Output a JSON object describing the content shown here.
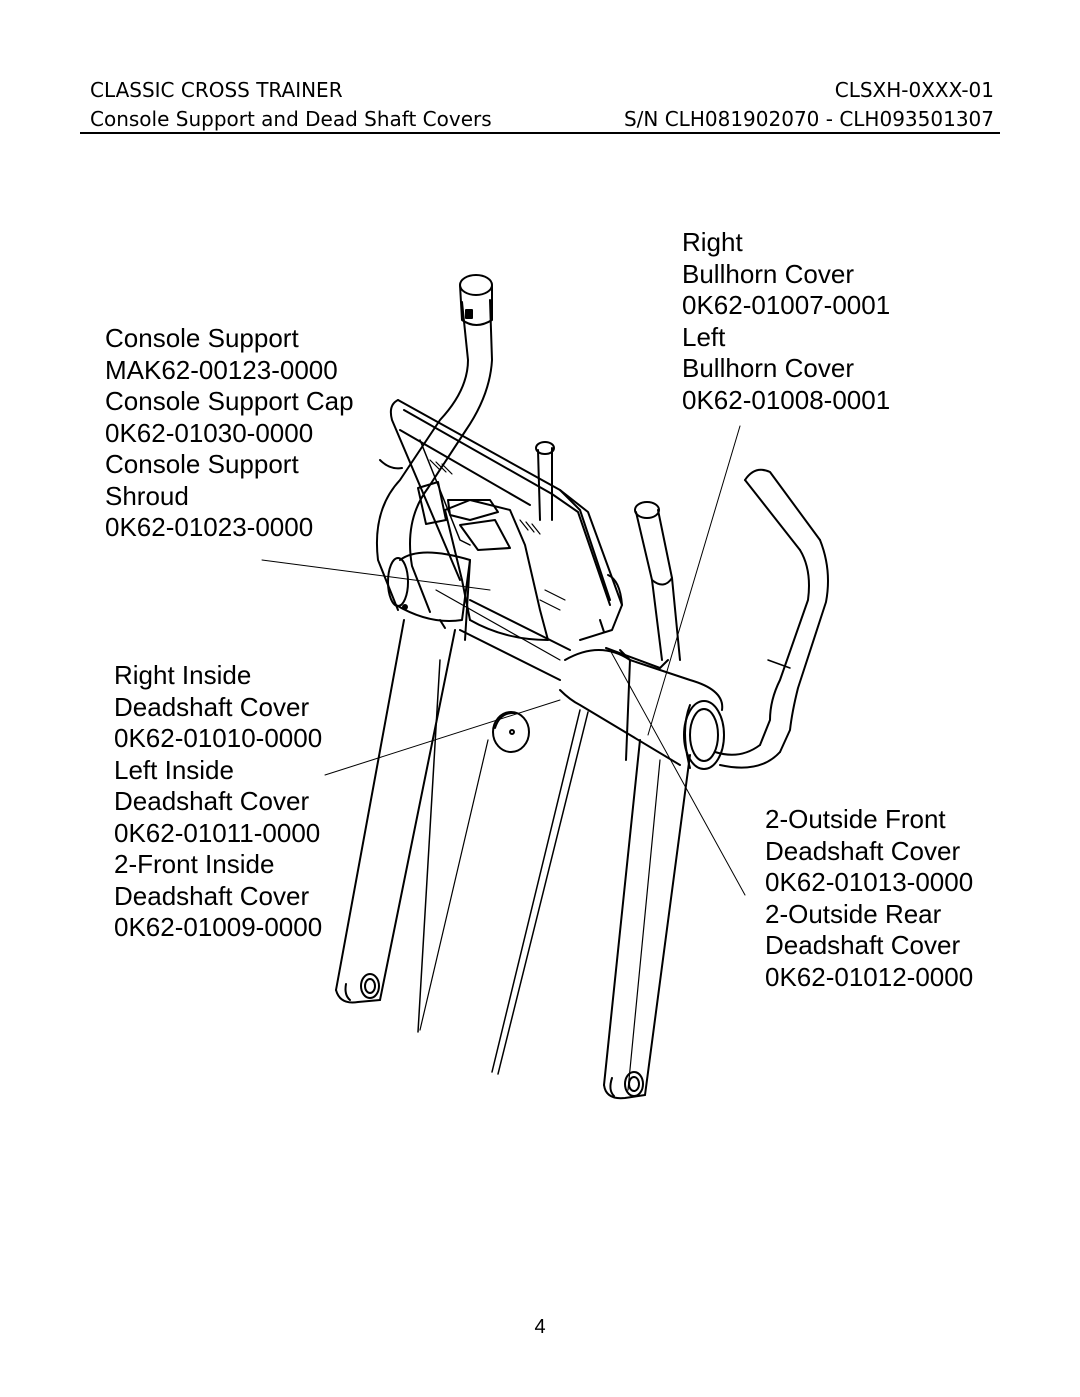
{
  "header": {
    "product": "CLASSIC CROSS TRAINER",
    "model_code": "CLSXH-0XXX-01",
    "section": "Console Support and Dead Shaft Covers",
    "serial_range": "S/N CLH081902070 - CLH093501307"
  },
  "callouts": {
    "console": [
      "Console Support",
      "MAK62-00123-0000",
      "Console Support Cap",
      "0K62-01030-0000",
      "Console Support",
      "Shroud",
      "0K62-01023-0000"
    ],
    "bullhorn": [
      "Right",
      "Bullhorn Cover",
      "0K62-01007-0001",
      "Left",
      "Bullhorn Cover",
      "0K62-01008-0001"
    ],
    "inside_deadshaft": [
      "Right Inside",
      "Deadshaft Cover",
      "0K62-01010-0000",
      "Left Inside",
      "Deadshaft Cover",
      "0K62-01011-0000",
      "2-Front Inside",
      "Deadshaft Cover",
      "0K62-01009-0000"
    ],
    "outside_deadshaft": [
      "2-Outside Front",
      "Deadshaft Cover",
      "0K62-01013-0000",
      "2-Outside Rear",
      "Deadshaft Cover",
      "0K62-01012-0000"
    ]
  },
  "page_number": "4"
}
